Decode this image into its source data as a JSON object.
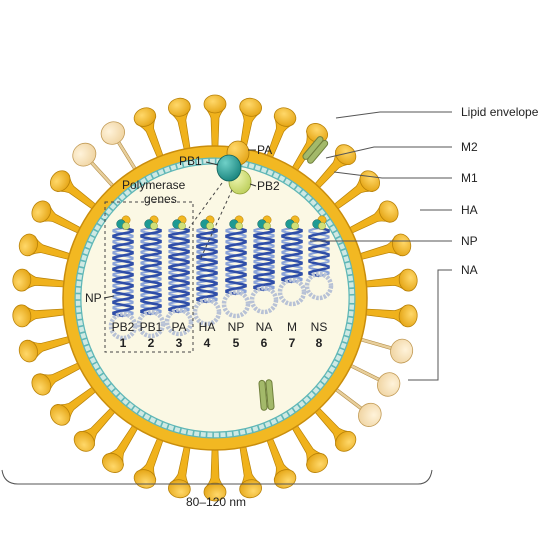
{
  "labels": {
    "lipid_envelope": "Lipid envelope",
    "m2": "M2",
    "m1": "M1",
    "ha": "HA",
    "np": "NP",
    "na": "NA",
    "np_left": "NP",
    "pa": "PA",
    "pb1": "PB1",
    "pb2": "PB2",
    "polymerase_genes_line1": "Polymerase",
    "polymerase_genes_line2": "genes",
    "scale": "80–120 nm"
  },
  "segments": [
    {
      "gene": "PB2",
      "number": "1"
    },
    {
      "gene": "PB1",
      "number": "2"
    },
    {
      "gene": "PA",
      "number": "3"
    },
    {
      "gene": "HA",
      "number": "4"
    },
    {
      "gene": "NP",
      "number": "5"
    },
    {
      "gene": "NA",
      "number": "6"
    },
    {
      "gene": "M",
      "number": "7"
    },
    {
      "gene": "NS",
      "number": "8"
    }
  ],
  "colors": {
    "envelope": "#f2b822",
    "envelope_dark": "#c98d0c",
    "interior": "#fbf8e4",
    "matrix": "#cfe9e3",
    "matrix_edge": "#5fb7b7",
    "na_spike": "#f7e2b8",
    "helix_blue": "#3a56b0",
    "m2_green": "#a3b96a",
    "pb1_teal": "#1e9a93",
    "pb2_yellowgreen": "#cfe07a",
    "pa_orange": "#f2b822"
  }
}
